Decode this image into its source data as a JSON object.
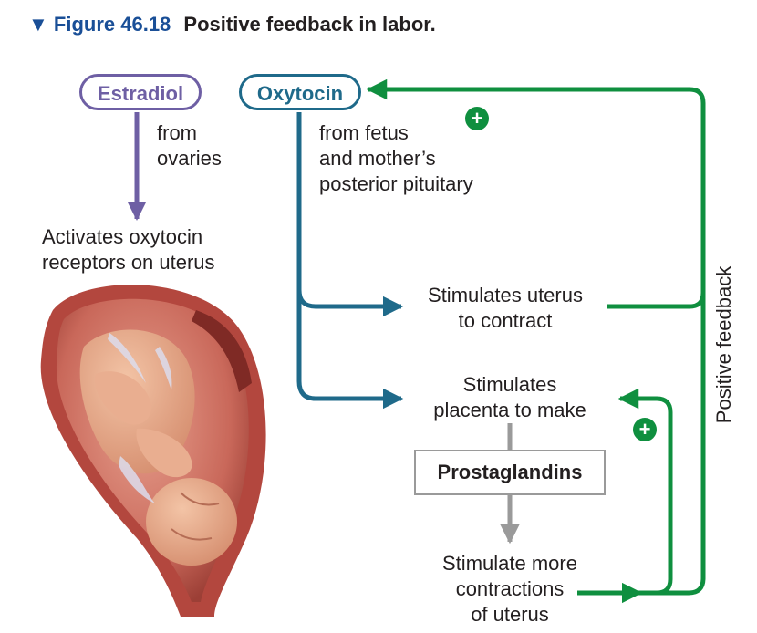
{
  "figure": {
    "marker": "▼",
    "number": "Figure 46.18",
    "caption": "Positive feedback in labor."
  },
  "nodes": {
    "estradiol": "Estradiol",
    "oxytocin": "Oxytocin",
    "prostaglandins": "Prostaglandins"
  },
  "text": {
    "from_ovaries": [
      "from",
      "ovaries"
    ],
    "from_fetus": [
      "from fetus",
      "and mother’s",
      "posterior pituitary"
    ],
    "activates": [
      "Activates oxytocin",
      "receptors on uterus"
    ],
    "stimulates_uterus": [
      "Stimulates uterus",
      "to contract"
    ],
    "stimulates_placenta": [
      "Stimulates",
      "placenta to make"
    ],
    "stimulate_more": [
      "Stimulate more",
      "contractions",
      "of uterus"
    ],
    "positive_feedback": "Positive feedback",
    "plus_sign": "+"
  },
  "colors": {
    "estradiol": "#6e5fa4",
    "oxytocin": "#1f6a8a",
    "feedback": "#0f8f3f",
    "prostaglandin_path": "#9a9a9a",
    "title_blue": "#1a4f97"
  },
  "illustration": "fetus-in-uterus"
}
